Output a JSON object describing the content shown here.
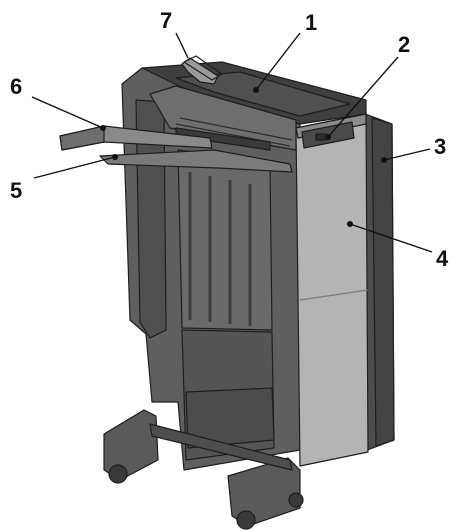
{
  "colors": {
    "body_dark": "#4a4a4a",
    "body_mid": "#626262",
    "body_light": "#7a7a7a",
    "panel_light": "#a9a9a9",
    "panel_lighter": "#b8b8b8",
    "outline": "#1e1e1e",
    "label": "#111111"
  },
  "callouts": [
    {
      "id": "1",
      "label": "1"
    },
    {
      "id": "2",
      "label": "2"
    },
    {
      "id": "3",
      "label": "3"
    },
    {
      "id": "4",
      "label": "4"
    },
    {
      "id": "5",
      "label": "5"
    },
    {
      "id": "6",
      "label": "6"
    },
    {
      "id": "7",
      "label": "7"
    }
  ]
}
